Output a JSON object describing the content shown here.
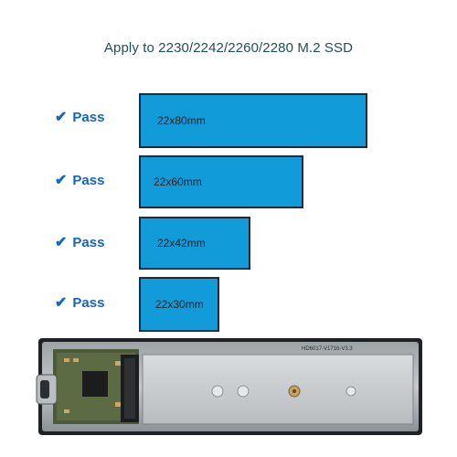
{
  "title": "Apply to 2230/2242/2260/2280 M.2 SSD",
  "pass_label": "Pass",
  "check_icon": "check-icon",
  "ssd_sizes": [
    "22x80mm",
    "22x60mm",
    "22x42mm",
    "22x30mm"
  ],
  "board": {
    "pcb_label": "HD6017-V1716-V3.3"
  },
  "colors": {
    "ssd_fill": "#129bd9",
    "ssd_border": "#1b2c3a",
    "pass_text": "#1664c0",
    "title_text": "#1f4e5a"
  }
}
